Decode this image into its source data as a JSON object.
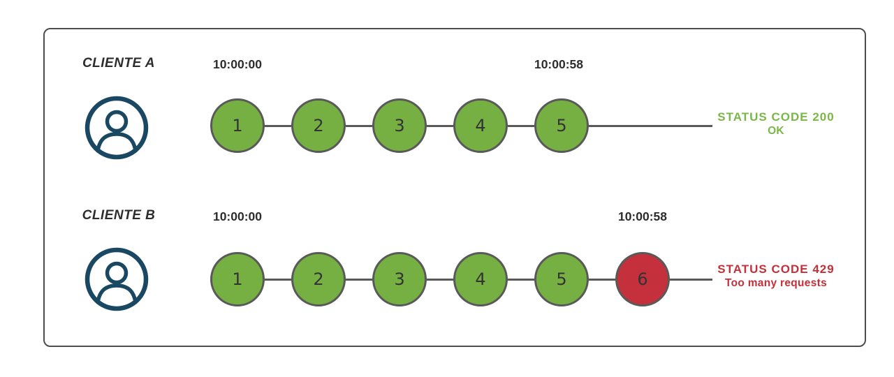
{
  "colors": {
    "green": "#76b043",
    "red": "#c4303b",
    "green_text": "#79b747",
    "red_text": "#c43039",
    "navy": "#1a4862",
    "line": "#595959",
    "frame_border": "#4d4d4d",
    "text_dark": "#2d2d2d"
  },
  "rows": [
    {
      "client_label": "CLIENTE A",
      "start_time": "10:00:00",
      "end_time": "10:00:58",
      "requests": [
        {
          "label": "1",
          "state": "ok"
        },
        {
          "label": "2",
          "state": "ok"
        },
        {
          "label": "3",
          "state": "ok"
        },
        {
          "label": "4",
          "state": "ok"
        },
        {
          "label": "5",
          "state": "ok"
        }
      ],
      "status": {
        "line1": "STATUS CODE 200",
        "line2": "OK",
        "state": "ok"
      }
    },
    {
      "client_label": "CLIENTE B",
      "start_time": "10:00:00",
      "end_time": "10:00:58",
      "requests": [
        {
          "label": "1",
          "state": "ok"
        },
        {
          "label": "2",
          "state": "ok"
        },
        {
          "label": "3",
          "state": "ok"
        },
        {
          "label": "4",
          "state": "ok"
        },
        {
          "label": "5",
          "state": "ok"
        },
        {
          "label": "6",
          "state": "rate-limited"
        }
      ],
      "status": {
        "line1": "STATUS CODE 429",
        "line2": "Too many requests",
        "state": "rate-limited"
      }
    }
  ]
}
